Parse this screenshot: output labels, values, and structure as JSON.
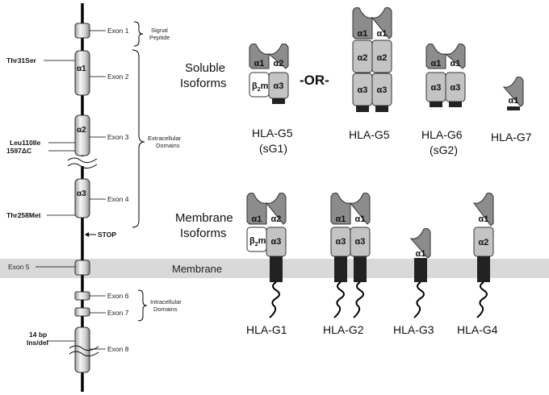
{
  "gene": {
    "exons": [
      "Exon 1",
      "Exon 2",
      "Exon 3",
      "Exon 4",
      "Exon 5",
      "Exon 6",
      "Exon 7",
      "Exon 8"
    ],
    "exon_domains": {
      "e2": "α1",
      "e3": "α2",
      "e4": "α3"
    },
    "mutations": [
      "Thr31Ser",
      "Leu110Ile",
      "1597ΔC",
      "Thr258Met"
    ],
    "indel_line1": "14 bp",
    "indel_line2": "Ins/del",
    "stop_label": "STOP",
    "brace_labels": {
      "signal_line1": "Signal",
      "signal_line2": "Peptide",
      "extra_line1": "Extracellular",
      "extra_line2": "Domains",
      "intra_line1": "Intracellular",
      "intra_line2": "Domains"
    }
  },
  "headings": {
    "soluble_line1": "Soluble",
    "soluble_line2": "Isoforms",
    "membrane_line1": "Membrane",
    "membrane_line2": "Isoforms",
    "or_label": "-OR-",
    "membrane_band": "Membrane"
  },
  "domain_labels": {
    "a1": "α1",
    "a2": "α2",
    "a3": "α3",
    "b2m_b": "β",
    "b2m_sub": "2",
    "b2m_m": "m"
  },
  "soluble_isoforms": [
    {
      "name_line1": "HLA-G5",
      "name_line2": "(sG1)"
    },
    {
      "name_line1": "HLA-G5",
      "name_line2": ""
    },
    {
      "name_line1": "HLA-G6",
      "name_line2": "(sG2)"
    },
    {
      "name_line1": "HLA-G7",
      "name_line2": ""
    }
  ],
  "membrane_isoforms": [
    "HLA-G1",
    "HLA-G2",
    "HLA-G3",
    "HLA-G4"
  ],
  "colors": {
    "alpha1": "#8c8c8c",
    "alpha2_3": "#c4c4c4",
    "b2m": "#ffffff",
    "tail": "#222222",
    "membrane": "#d9d9d9",
    "exon": "#e0e0e0"
  }
}
